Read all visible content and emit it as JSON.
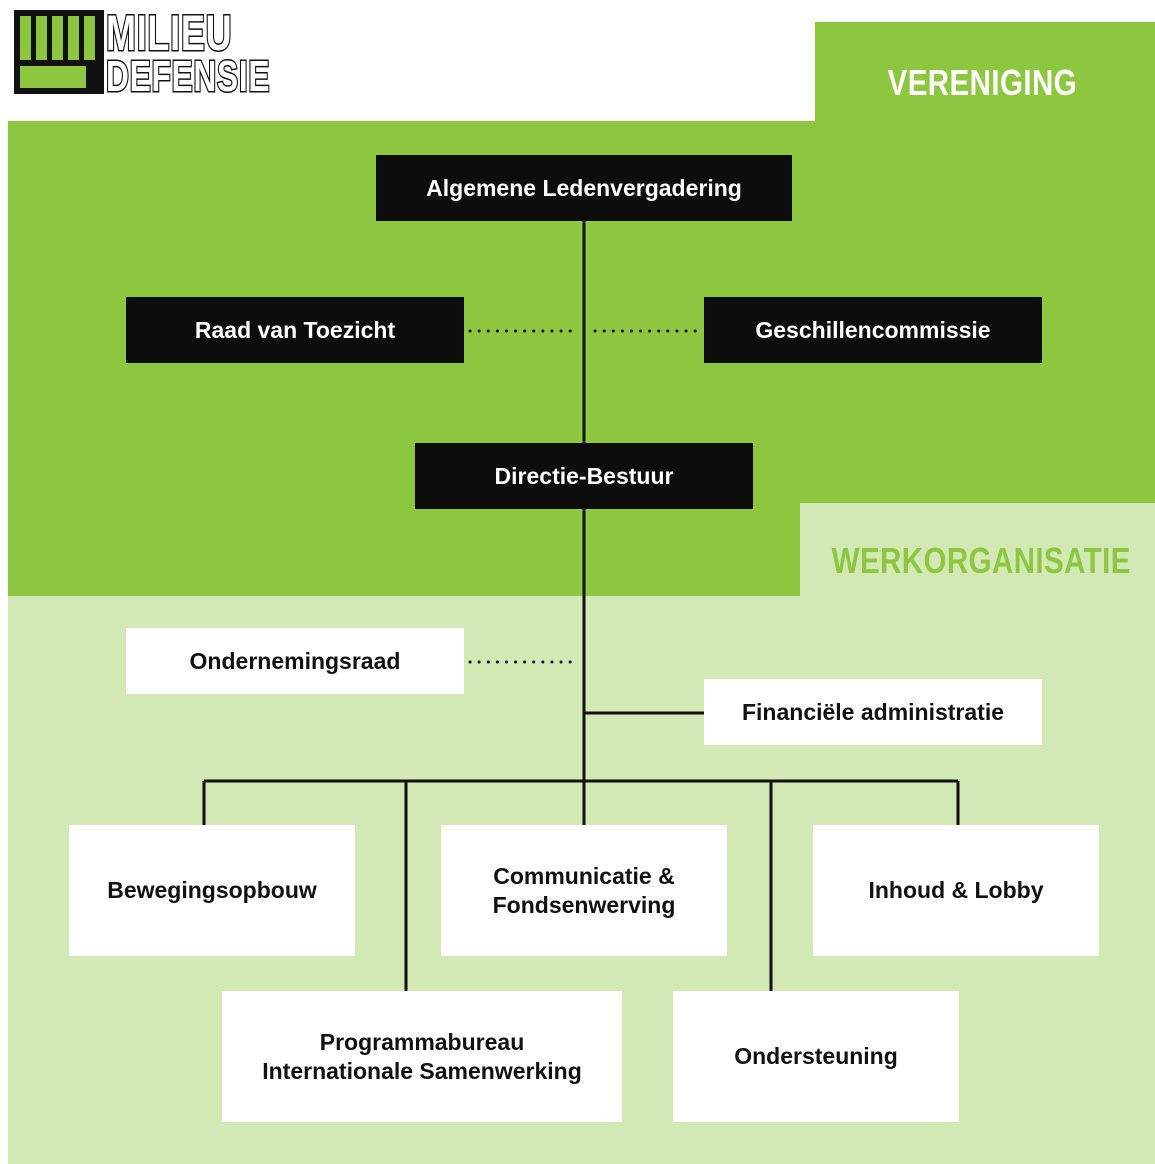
{
  "logo": {
    "line1": "MILIEU",
    "line2": "DEFENSIE"
  },
  "sections": {
    "vereniging": "VERENIGING",
    "werkorganisatie": "WERKORGANISATIE"
  },
  "nodes": {
    "alv": "Algemene Ledenvergadering",
    "raad": "Raad van Toezicht",
    "geschillen": "Geschillencommissie",
    "directie": "Directie-Bestuur",
    "or": "Ondernemingsraad",
    "fin": "Financiële administratie",
    "beweging": "Bewegingsopbouw",
    "communicatie": "Communicatie &\nFondsenwerving",
    "inhoud": "Inhoud & Lobby",
    "programma": "Programmabureau\nInternationale Samenwerking",
    "ondersteuning": "Ondersteuning"
  },
  "colors": {
    "accent_green": "#8dc63f",
    "light_green": "#d2e8b5",
    "box_black": "#0d0d0d",
    "box_white": "#ffffff"
  }
}
